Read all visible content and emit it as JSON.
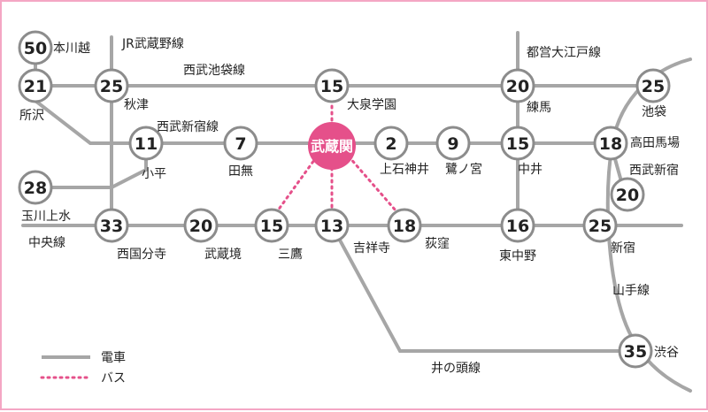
{
  "hub": {
    "name": "武蔵関"
  },
  "lines": {
    "jr_musashino": "JR武蔵野線",
    "seibu_ikebukuro": "西武池袋線",
    "seibu_shinjuku": "西武新宿線",
    "toei_oedo": "都営大江戸線",
    "chuo": "中央線",
    "yamanote": "山手線",
    "inokashira": "井の頭線"
  },
  "stations": {
    "honkawagoe": {
      "name": "本川越",
      "minutes": "50"
    },
    "tokorozawa": {
      "name": "所沢",
      "minutes": "21"
    },
    "akitsu": {
      "name": "秋津",
      "minutes": "25"
    },
    "oizumigakuen": {
      "name": "大泉学園",
      "minutes": "15"
    },
    "nerima": {
      "name": "練馬",
      "minutes": "20"
    },
    "ikebukuro": {
      "name": "池袋",
      "minutes": "25"
    },
    "kodaira": {
      "name": "小平",
      "minutes": "11"
    },
    "tanashi": {
      "name": "田無",
      "minutes": "7"
    },
    "kamishakujii": {
      "name": "上石神井",
      "minutes": "2"
    },
    "saginomiya": {
      "name": "鷺ノ宮",
      "minutes": "9"
    },
    "nakai": {
      "name": "中井",
      "minutes": "15"
    },
    "takadanobaba": {
      "name": "高田馬場",
      "minutes": "18"
    },
    "seibushinjuku": {
      "name": "西武新宿",
      "minutes": "20"
    },
    "tamagawajosui": {
      "name": "玉川上水",
      "minutes": "28"
    },
    "kokubunji": {
      "name": "西国分寺",
      "minutes": "33"
    },
    "musashisakai": {
      "name": "武蔵境",
      "minutes": "20"
    },
    "mitaka": {
      "name": "三鷹",
      "minutes": "15"
    },
    "kichijoji": {
      "name": "吉祥寺",
      "minutes": "13"
    },
    "ogikubo": {
      "name": "荻窪",
      "minutes": "18"
    },
    "higashinakano": {
      "name": "東中野",
      "minutes": "16"
    },
    "shinjuku": {
      "name": "新宿",
      "minutes": "25"
    },
    "shibuya": {
      "name": "渋谷",
      "minutes": "35"
    }
  },
  "legend": {
    "train": "電車",
    "bus": "バス"
  },
  "colors": {
    "line": "#a6a6a6",
    "hub": "#e5508a",
    "bus": "#e5508a",
    "frame": "#f4a6c4"
  }
}
